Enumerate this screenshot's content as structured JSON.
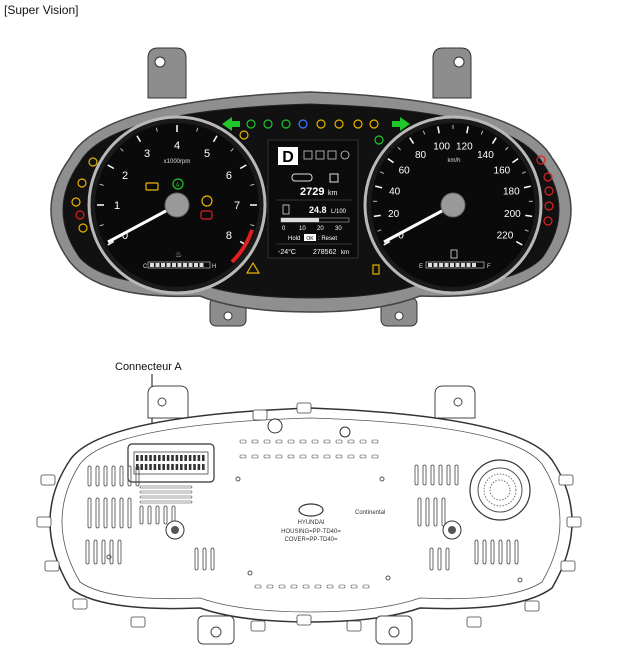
{
  "header": {
    "title": "[Super Vision]"
  },
  "tachometer": {
    "unit": "x1000rpm",
    "ticks": [
      "0",
      "1",
      "2",
      "3",
      "4",
      "5",
      "6",
      "7",
      "8"
    ],
    "temp_cold": "C",
    "temp_hot": "H"
  },
  "speedometer": {
    "unit": "km/h",
    "ticks": [
      "0",
      "20",
      "40",
      "60",
      "80",
      "100",
      "120",
      "140",
      "160",
      "180",
      "200",
      "220"
    ],
    "fuel_empty": "E",
    "fuel_full": "F"
  },
  "center_display": {
    "gear": "D",
    "range": "2729",
    "range_unit": "km",
    "fuel_economy": "24.8",
    "fuel_economy_unit": "L/100",
    "scale": [
      "0",
      "10",
      "20",
      "30"
    ],
    "hold_text": "Hold",
    "ok_text": "OK",
    "reset_text": ": Reset",
    "outside_temp": "-24°C",
    "odometer": "278562",
    "odometer_unit": "km"
  },
  "rear": {
    "connector_label": "Connecteur A",
    "brand": "HYUNDAI",
    "supplier": "Continental",
    "housing": "HOUSING=PP-TD40=",
    "cover": "COVER=PP-TD40="
  },
  "colors": {
    "green": "#22c52a",
    "red": "#e02020",
    "amber": "#e8b400",
    "blue": "#3a7bff",
    "needle": "#ffffff"
  }
}
